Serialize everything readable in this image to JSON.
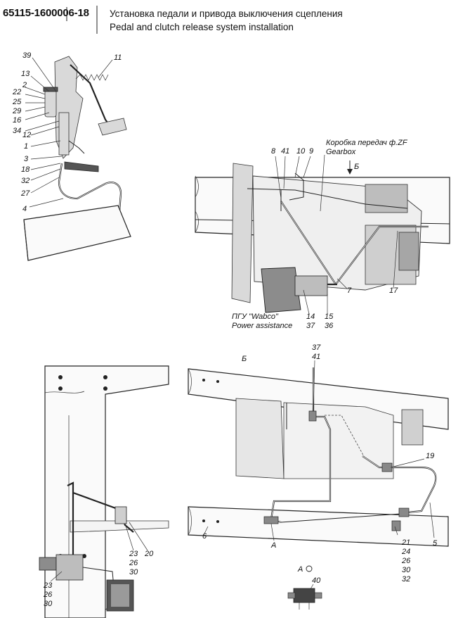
{
  "header": {
    "code": "65115-1600006-18",
    "title_ru": "Установка педали и привода выключения сцепления",
    "title_en": "Pedal and clutch release system installation"
  },
  "view_top_left": {
    "labels": [
      "39",
      "11",
      "13",
      "2",
      "22",
      "25",
      "29",
      "16",
      "34",
      "12",
      "1",
      "3",
      "18",
      "32",
      "27",
      "4"
    ]
  },
  "view_top_right": {
    "gearbox_ru": "Коробка передач ф.ZF",
    "gearbox_en": "Gearbox",
    "view_arrow": "Б",
    "labels": [
      "8",
      "41",
      "10",
      "9",
      "7",
      "17"
    ],
    "pgu_ru": "ПГУ \"Wabco\"",
    "pgu_en": "Power assistance",
    "label_14": "14",
    "label_37": "37",
    "label_15": "15",
    "label_36": "36"
  },
  "view_bottom_left": {
    "labels_upper": [
      "23",
      "26",
      "30"
    ],
    "label_20": "20",
    "labels_lower": [
      "23",
      "26",
      "30"
    ]
  },
  "view_bottom_right": {
    "view_title": "Б",
    "label_37": "37",
    "label_41": "41",
    "label_19": "19",
    "label_6": "6",
    "label_A": "A",
    "label_5": "5",
    "labels_stack": [
      "21",
      "24",
      "26",
      "30",
      "32"
    ]
  },
  "detail_A": {
    "title": "A",
    "label_40": "40"
  }
}
